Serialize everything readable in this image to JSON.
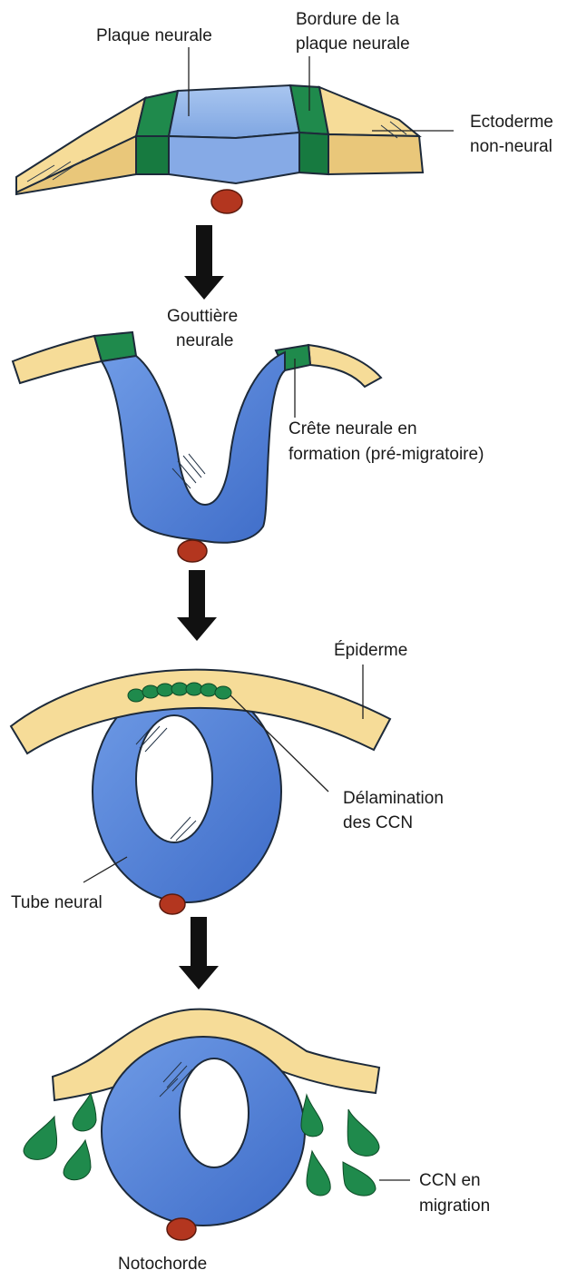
{
  "colors": {
    "neural_plate": "#8fb3e8",
    "neural_tube": "#4f7fd6",
    "neural_border": "#1f8a4c",
    "ectoderm": "#f6dc98",
    "notochord": "#b3361f",
    "arrow": "#111111"
  },
  "labels": {
    "neural_plate": "Plaque neurale",
    "plate_border_line1": "Bordure de la",
    "plate_border_line2": "plaque neurale",
    "ectoderm_line1": "Ectoderme",
    "ectoderm_line2": "non-neural",
    "groove_line1": "Gouttière",
    "groove_line2": "neurale",
    "crest_line1": "Crête neurale en",
    "crest_line2": "formation (pré-migratoire)",
    "epidermis": "Épiderme",
    "delam_line1": "Délamination",
    "delam_line2": "des CCN",
    "tube": "Tube neural",
    "migr_line1": "CCN en",
    "migr_line2": "migration",
    "notochord": "Notochorde"
  }
}
